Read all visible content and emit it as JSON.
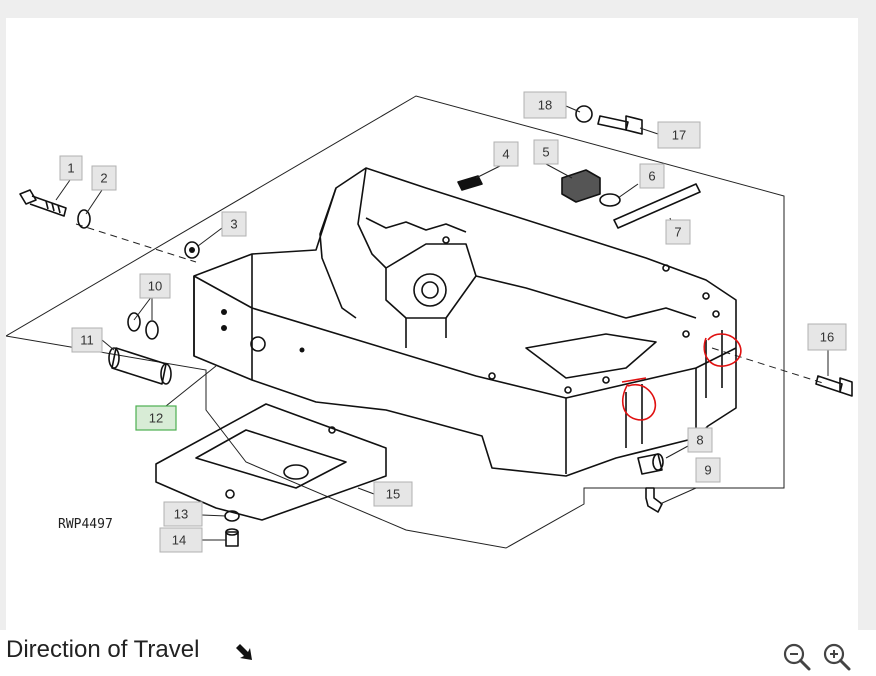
{
  "diagram": {
    "reference_code": "RWP4497",
    "callouts": [
      "1",
      "2",
      "3",
      "4",
      "5",
      "6",
      "7",
      "8",
      "9",
      "10",
      "11",
      "12",
      "13",
      "14",
      "15",
      "16",
      "17",
      "18"
    ],
    "selected_callout": "12",
    "colors": {
      "selected_fill": "#d8ecd6",
      "selected_border": "#4caf50",
      "annotation": "#e01010"
    }
  },
  "footer": {
    "caption": "Direction of Travel",
    "direction_icon": "arrow-down-right-icon",
    "zoom_out_icon": "zoom-out-icon",
    "zoom_in_icon": "zoom-in-icon"
  }
}
